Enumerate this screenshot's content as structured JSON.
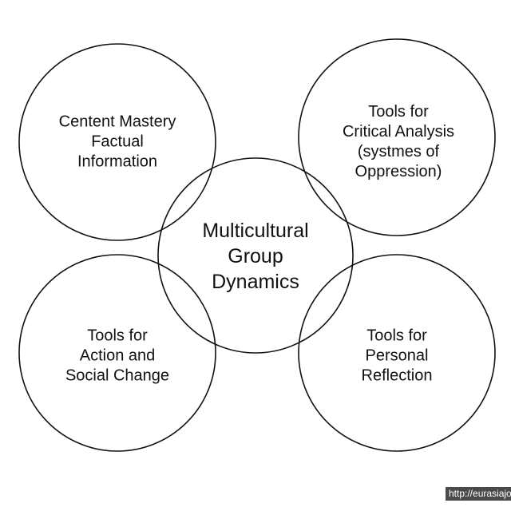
{
  "center": {
    "lines": [
      "Multicultural",
      "Group",
      "Dynamics"
    ]
  },
  "nodes": [
    {
      "lines": [
        "Centent Mastery",
        "Factual",
        "Information"
      ]
    },
    {
      "lines": [
        "Tools for",
        "Critical Analysis",
        "(systmes of",
        "Oppression)"
      ]
    },
    {
      "lines": [
        "Tools for",
        "Action and",
        "Social Change"
      ]
    },
    {
      "lines": [
        "Tools for",
        "Personal",
        "Reflection"
      ]
    }
  ],
  "watermark": "http://eurasiajo"
}
